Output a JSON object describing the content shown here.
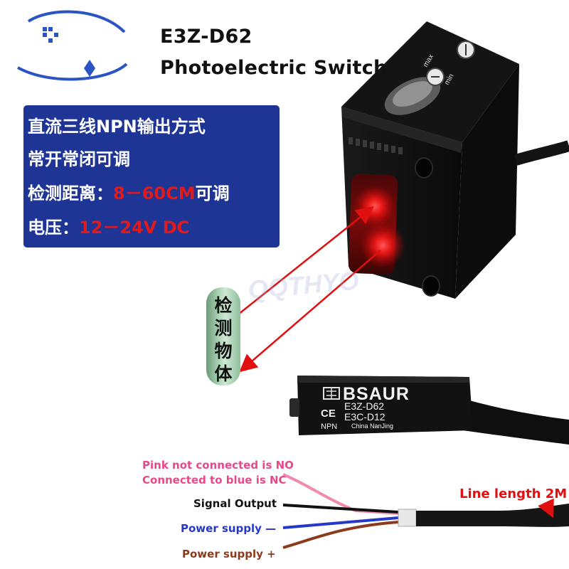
{
  "brand": {
    "logo_text": "QQTHYO"
  },
  "product": {
    "model": "E3Z-D62",
    "name": "Photoelectric Switch"
  },
  "specs": {
    "line1": "直流三线NPN输出方式",
    "line2": "常开常闭可调",
    "line3_label": "检测距离：",
    "line3_value": "8－60CM",
    "line3_suffix": "可调",
    "line4_label": "电压：",
    "line4_value": "12－24V DC"
  },
  "detected_object": {
    "chars": [
      "检",
      "测",
      "物",
      "体"
    ]
  },
  "sensor_label": {
    "brand": "BSAUR",
    "model1": "E3Z-D62",
    "model2": "E3C-D12",
    "origin": "China NanJing",
    "ce": "CE",
    "npn": "NPN"
  },
  "wiring": {
    "pink_line1": "Pink not connected is NO",
    "pink_line2": "Connected to blue is NC",
    "signal": "Signal Output",
    "power_minus": "Power supply —",
    "power_plus": "Power supply +",
    "length": "Line length 2M"
  },
  "colors": {
    "spec_box": "#1f3596",
    "highlight_red": "#e01a1a",
    "wire_pink": "#e8488a",
    "wire_black": "#111111",
    "wire_blue": "#2538c8",
    "wire_brown": "#8b3a1b"
  }
}
